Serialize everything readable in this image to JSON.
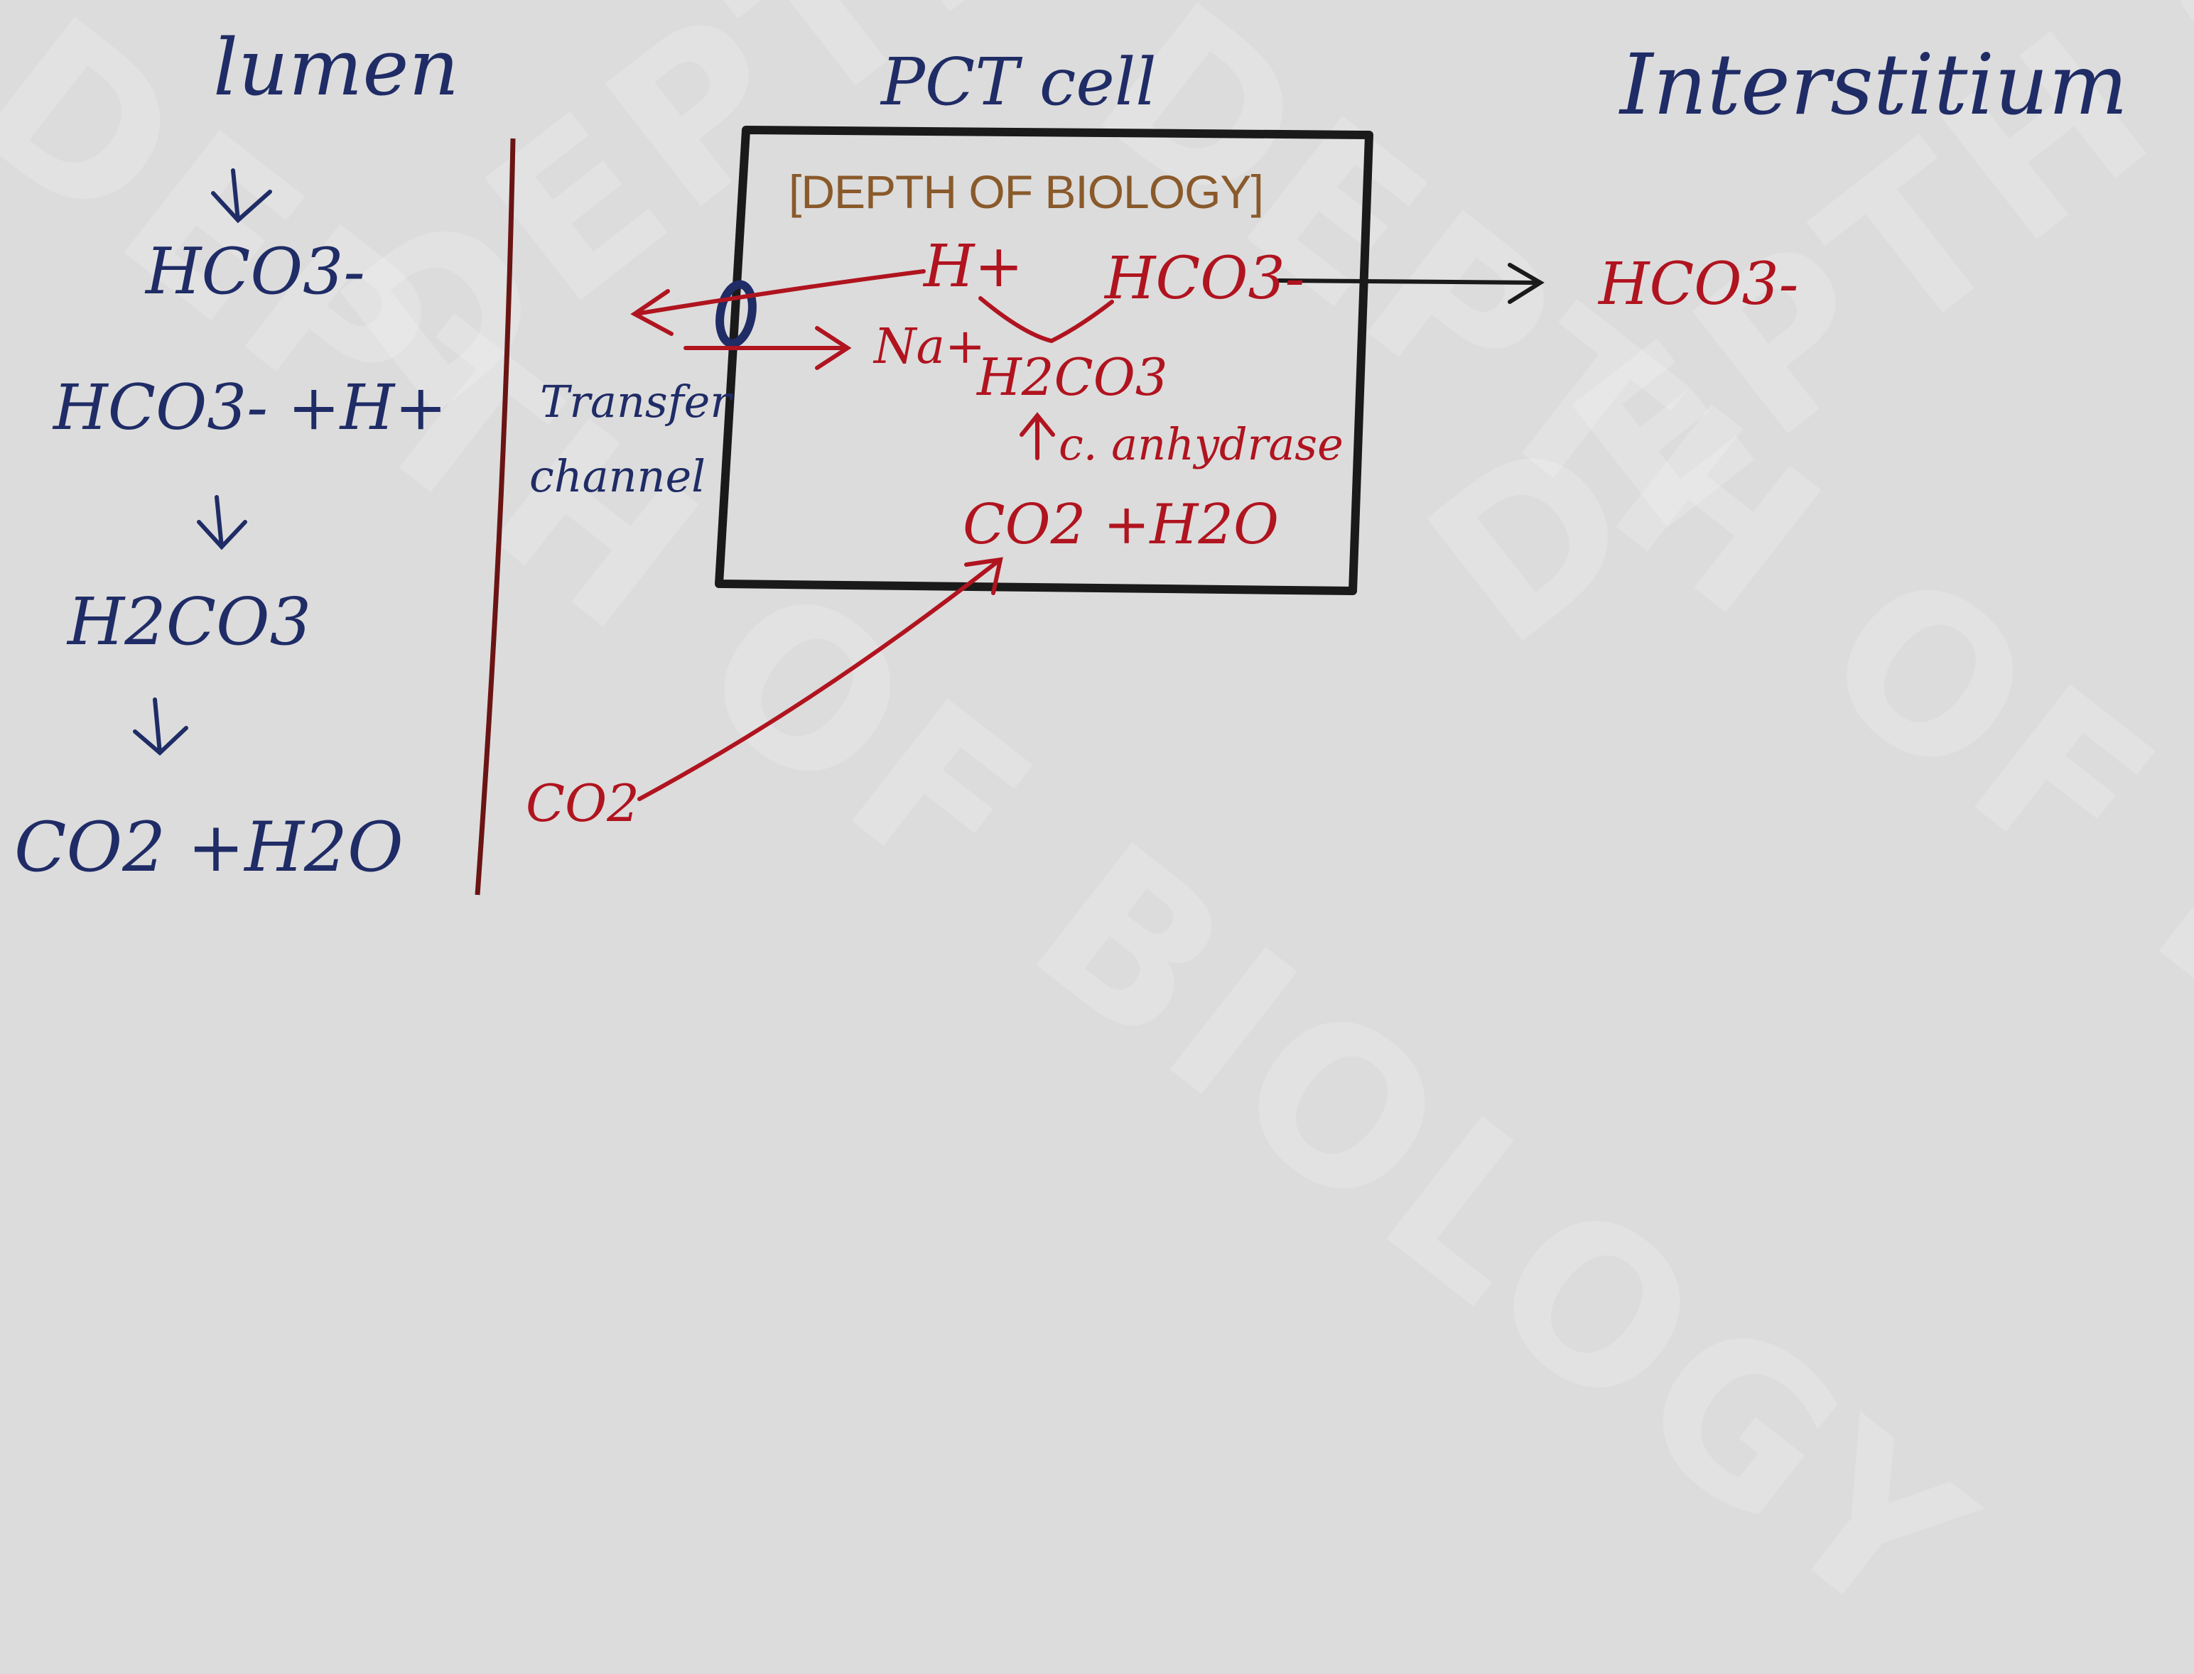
{
  "watermark": "DEPTH OF BIOLOGY",
  "brand_label": "[DEPTH OF BIOLOGY]",
  "headings": {
    "lumen": "lumen",
    "pct_cell": "PCT cell",
    "interstitium": "Interstitium"
  },
  "lumen_steps": {
    "s1": "HCO3-",
    "s2": "HCO3- +H+",
    "s3": "H2CO3",
    "s4": "CO2 +H2O"
  },
  "cell": {
    "h_plus": "H+",
    "na_plus": "Na+",
    "hco3": "HCO3-",
    "h2co3": "H2CO3",
    "enzyme": "c. anhydrase",
    "co2_h2o": "CO2 +H2O"
  },
  "transfer_channel": {
    "line1": "Transfer",
    "line2": "channel"
  },
  "interstitium_hco3": "HCO3-",
  "co2_outside": "CO2",
  "colors": {
    "background": "#dcdcdc",
    "ink_blue": "#1f2c66",
    "ink_red": "#b0141f",
    "ink_black": "#1a1a1a",
    "brand": "#8a5a2b"
  }
}
